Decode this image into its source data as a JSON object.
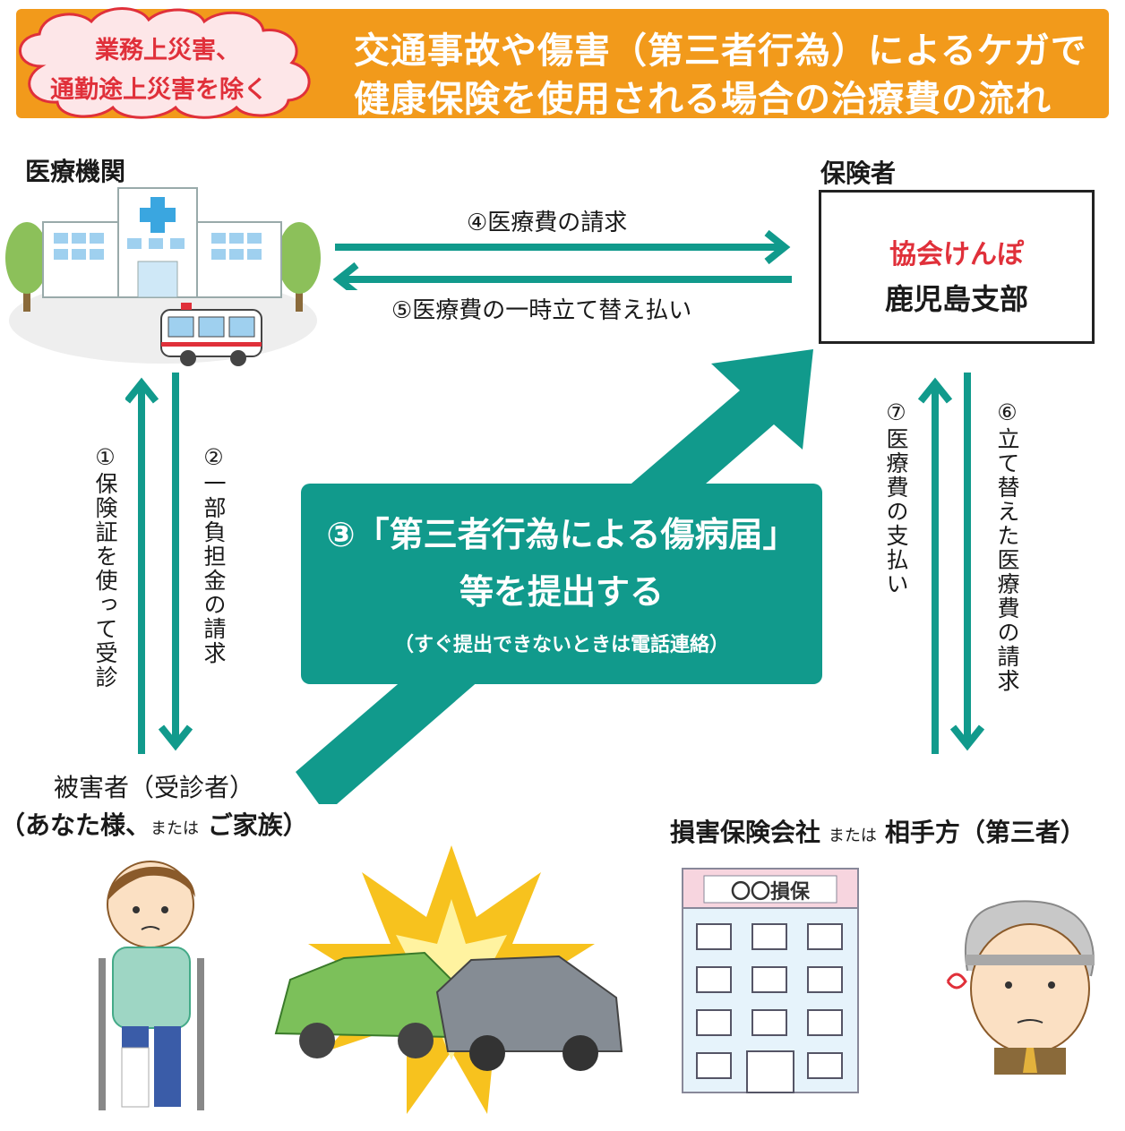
{
  "header": {
    "cloud_line1": "業務上災害、",
    "cloud_line2": "通勤途上災害を除く",
    "title_line1": "交通事故や傷害（第三者行為）によるケガで",
    "title_line2": "健康保険を使用される場合の治療費の流れ"
  },
  "hospital": {
    "label": "医療機関"
  },
  "insurer": {
    "label": "保険者",
    "org": "協会けんぽ",
    "branch": "鹿児島支部"
  },
  "steps": {
    "s1": "①保険証を使って受診",
    "s2": "②一部負担金の請求",
    "s3_line1": "③「第三者行為による傷病届」",
    "s3_line2": "等を提出する",
    "s3_note": "（すぐ提出できないときは電話連絡）",
    "s4": "④医療費の請求",
    "s5": "⑤医療費の一時立て替え払い",
    "s6": "⑥立て替えた医療費の請求",
    "s7": "⑦医療費の支払い"
  },
  "victim": {
    "line1": "被害者（受診者）",
    "line2a": "（あなた様、",
    "line2b": "または",
    "line2c": "ご家族）"
  },
  "third_party": {
    "part1": "損害保険会社",
    "part2": "または",
    "part3": "相手方（第三者）"
  },
  "insurance_building_sign": "〇〇損保",
  "colors": {
    "teal": "#119a8c",
    "orange": "#f29a1b",
    "red": "#e0303a"
  }
}
